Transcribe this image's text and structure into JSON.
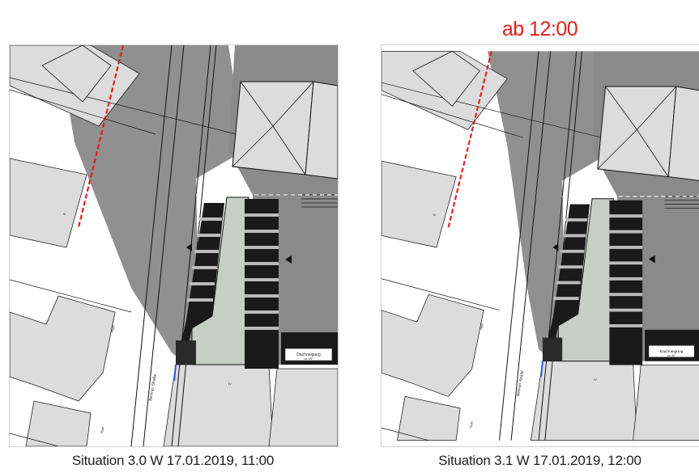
{
  "annotation": "ab 12:00",
  "panels": [
    {
      "caption": "Situation 3.0 W 17.01.2019, 11:00",
      "street_name": "Berliner Straße",
      "label_ruhr": "Ruhr",
      "label_iii": "III",
      "label_iv": "IV",
      "label_dach": "Dachneigung",
      "label_dach_sub": "ca. 40°",
      "color_shadow": "#8a8a8a",
      "color_sun_line": "#e0201b",
      "color_courtyard": "#c6cfc3"
    },
    {
      "caption": "Situation 3.1 W 17.01.2019, 12:00",
      "street_name": "Berliner Straße",
      "label_ruhr": "Ruhr",
      "label_iii": "III",
      "label_iv": "IV",
      "label_dach": "Dachneigung",
      "label_dach_sub": "ca. 40°",
      "color_shadow": "#8a8a8a",
      "color_sun_line": "#e0201b",
      "color_courtyard": "#c6cfc3"
    }
  ]
}
